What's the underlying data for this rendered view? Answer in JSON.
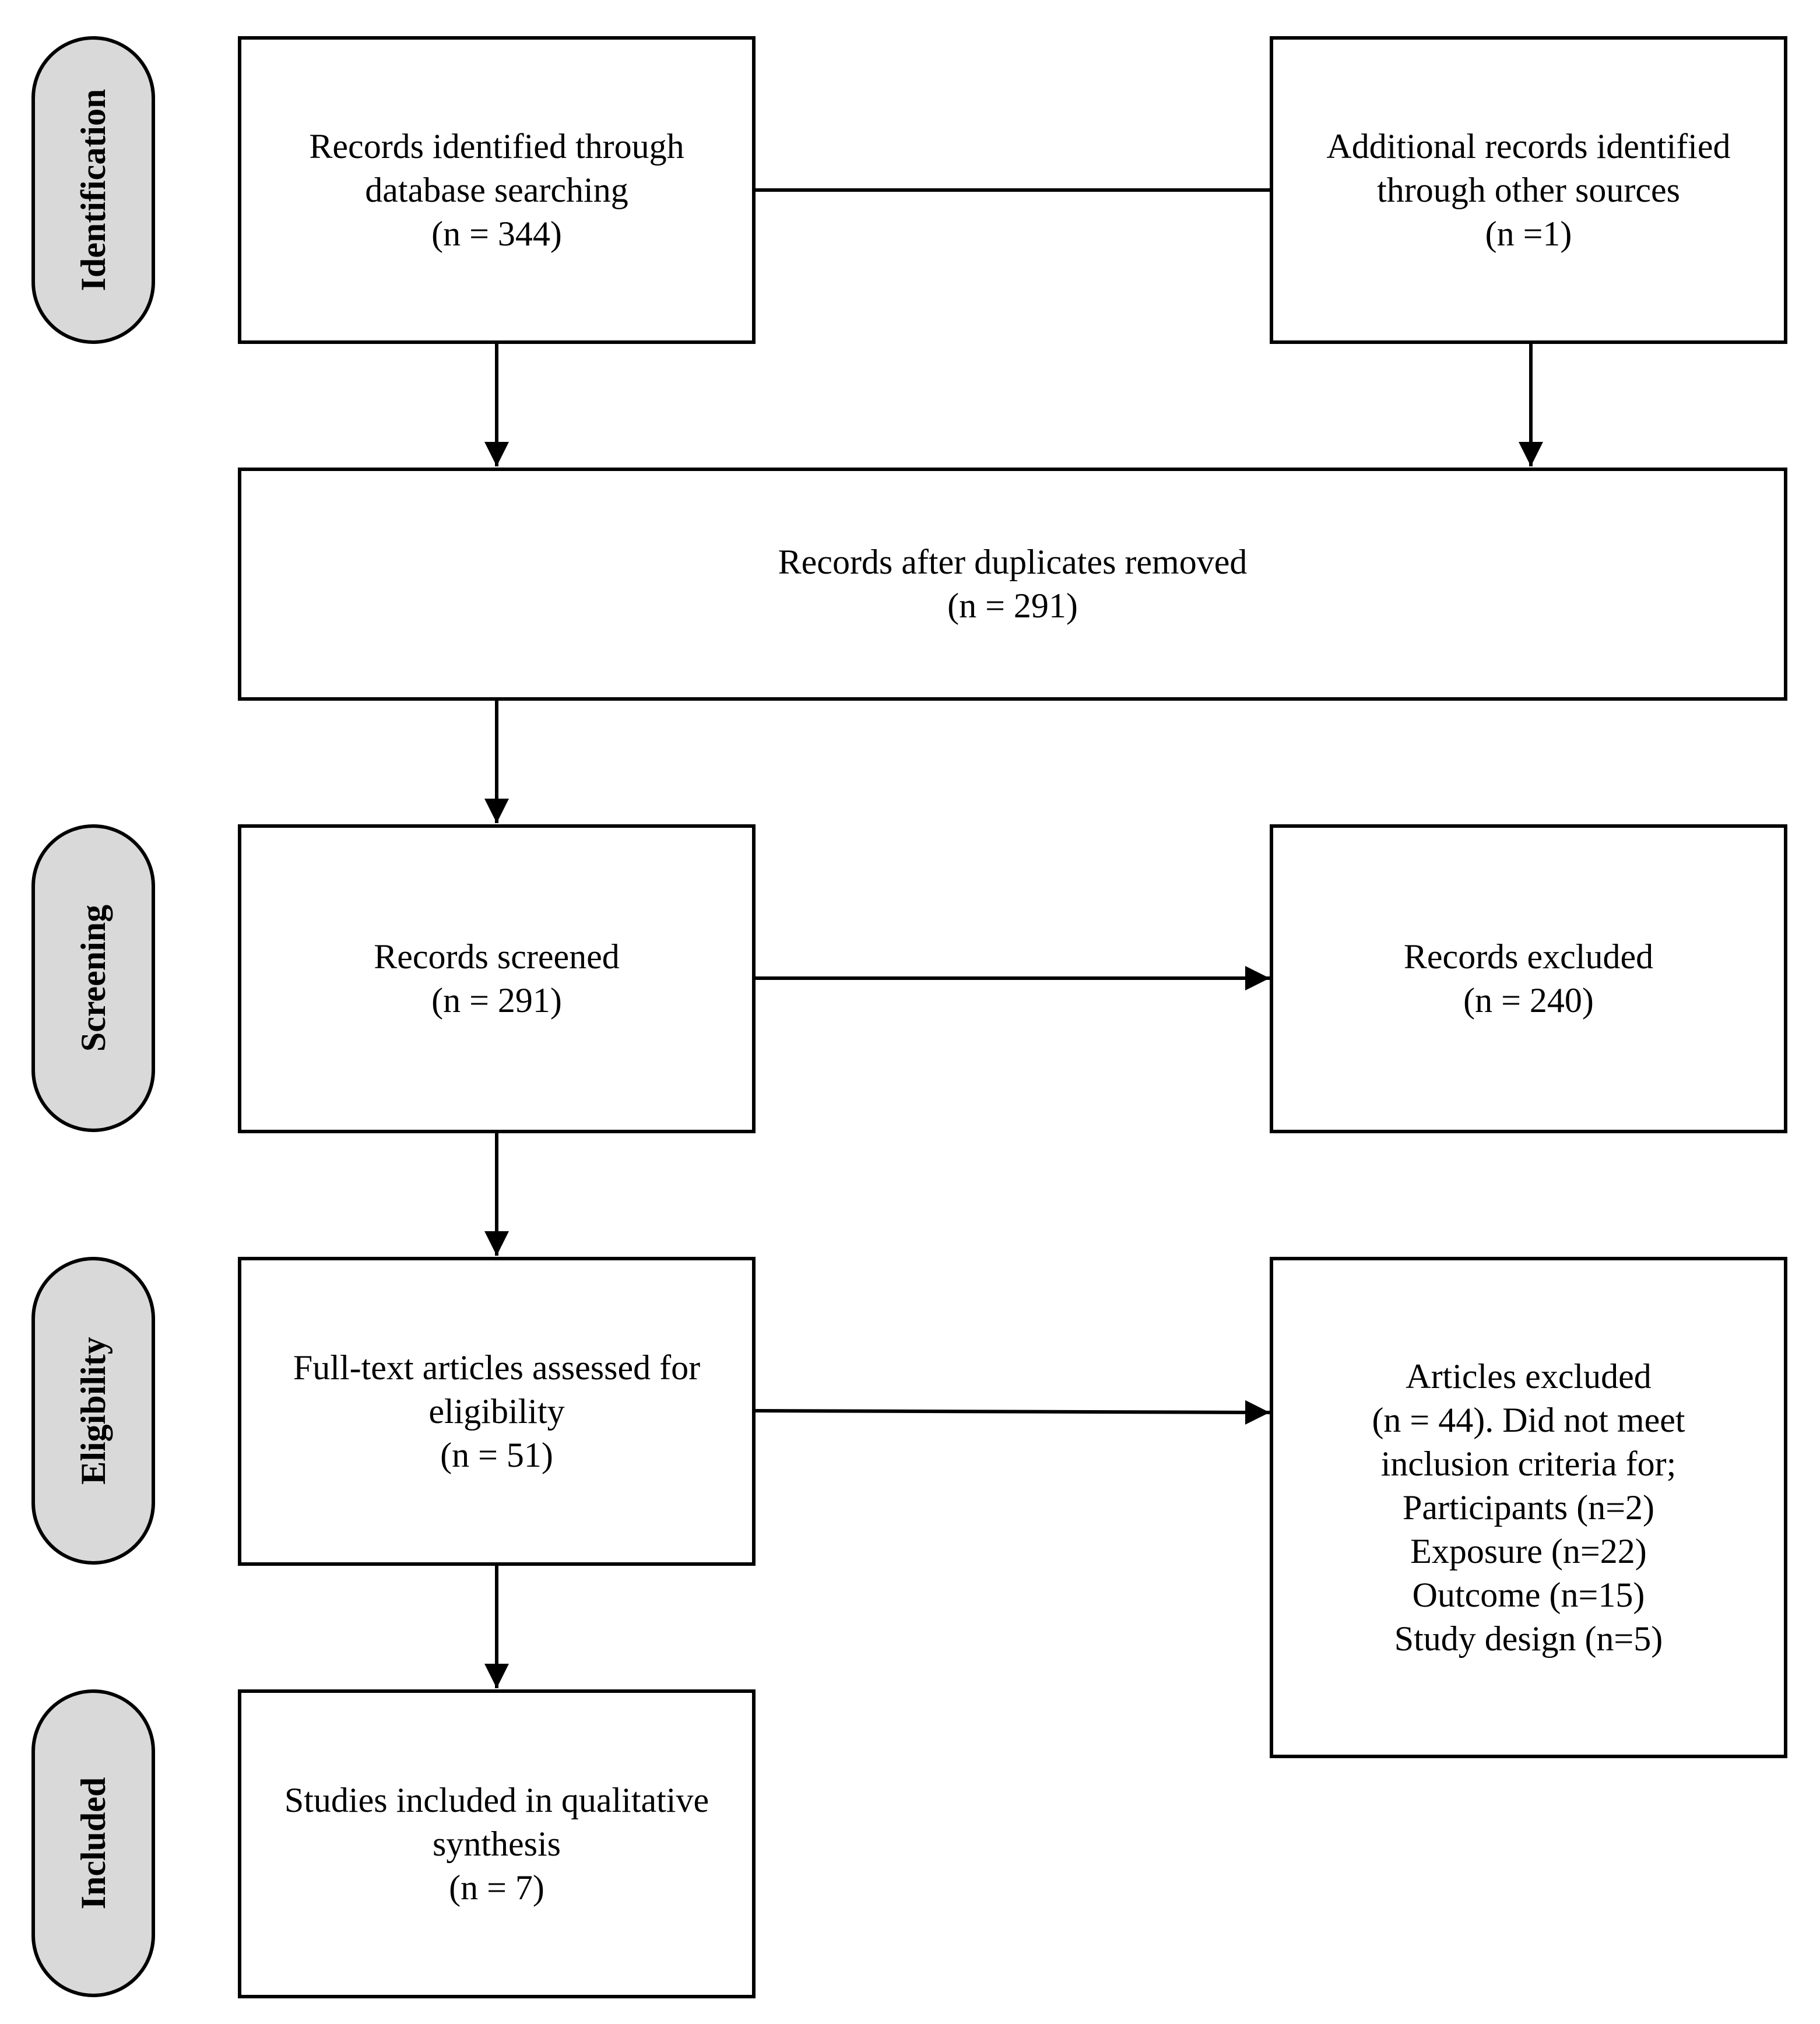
{
  "stages": {
    "identification": "Identification",
    "screening": "Screening",
    "eligibility": "Eligibility",
    "included": "Included"
  },
  "boxes": {
    "database_search": {
      "lines": [
        "Records identified through",
        "database searching",
        "(n = 344)"
      ]
    },
    "other_sources": {
      "lines": [
        "Additional records identified",
        "through other sources",
        "(n =1)"
      ]
    },
    "after_duplicates": {
      "lines": [
        "Records after duplicates removed",
        "(n = 291)"
      ]
    },
    "screened": {
      "lines": [
        "Records screened",
        "(n = 291)"
      ]
    },
    "excluded": {
      "lines": [
        "Records excluded",
        "(n = 240)"
      ]
    },
    "full_text": {
      "lines": [
        "Full-text articles assessed for",
        "eligibility",
        "(n = 51)"
      ]
    },
    "articles_excluded": {
      "lines": [
        "Articles excluded",
        "(n = 44). Did not meet",
        "inclusion criteria for;",
        "Participants (n=2)",
        "Exposure (n=22)",
        "Outcome (n=15)",
        "Study design (n=5)"
      ]
    },
    "included_studies": {
      "lines": [
        "Studies included in qualitative",
        "synthesis",
        "(n = 7)"
      ]
    }
  }
}
